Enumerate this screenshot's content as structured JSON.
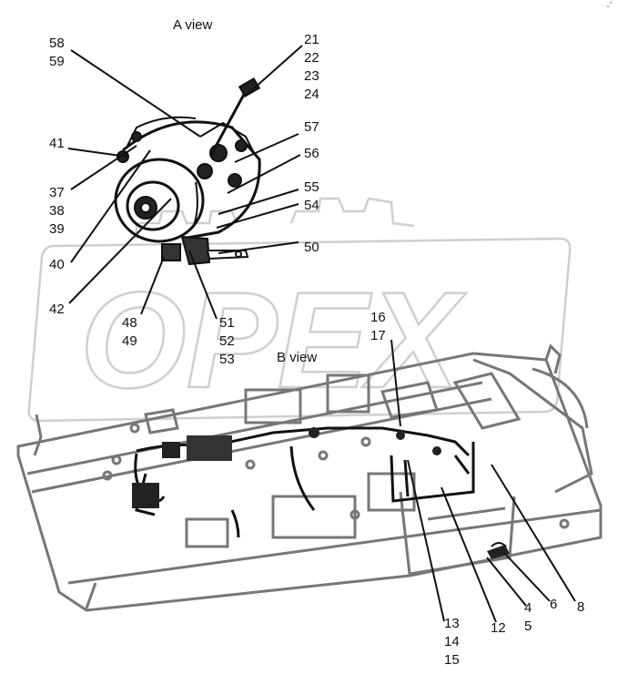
{
  "view_a_title": "A view",
  "view_b_title": "B view",
  "watermark": "OPEX",
  "corner_mark": "-'",
  "callouts_a": [
    {
      "id": "c-58-59",
      "lines": [
        "58",
        "59"
      ]
    },
    {
      "id": "c-21-24",
      "lines": [
        "21",
        "22",
        "23",
        "24"
      ]
    },
    {
      "id": "c-41",
      "lines": [
        "41"
      ]
    },
    {
      "id": "c-57",
      "lines": [
        "57"
      ]
    },
    {
      "id": "c-56",
      "lines": [
        "56"
      ]
    },
    {
      "id": "c-37-39",
      "lines": [
        "37",
        "38",
        "39"
      ]
    },
    {
      "id": "c-55-54",
      "lines": [
        "55",
        "54"
      ]
    },
    {
      "id": "c-40",
      "lines": [
        "40"
      ]
    },
    {
      "id": "c-50",
      "lines": [
        "50"
      ]
    },
    {
      "id": "c-42",
      "lines": [
        "42"
      ]
    },
    {
      "id": "c-48-49",
      "lines": [
        "48",
        "49"
      ]
    },
    {
      "id": "c-51-53",
      "lines": [
        "51",
        "52",
        "53"
      ]
    }
  ],
  "callouts_b": [
    {
      "id": "c-16-17",
      "lines": [
        "16",
        "17"
      ]
    },
    {
      "id": "c-4-5",
      "lines": [
        "4",
        "5"
      ]
    },
    {
      "id": "c-6",
      "lines": [
        "6"
      ]
    },
    {
      "id": "c-8",
      "lines": [
        "8"
      ]
    },
    {
      "id": "c-12",
      "lines": [
        "12"
      ]
    },
    {
      "id": "c-13-15",
      "lines": [
        "13",
        "14",
        "15"
      ]
    }
  ],
  "colors": {
    "line": "#111111",
    "frame": "#777777",
    "watermark": "#cfcfcf"
  }
}
